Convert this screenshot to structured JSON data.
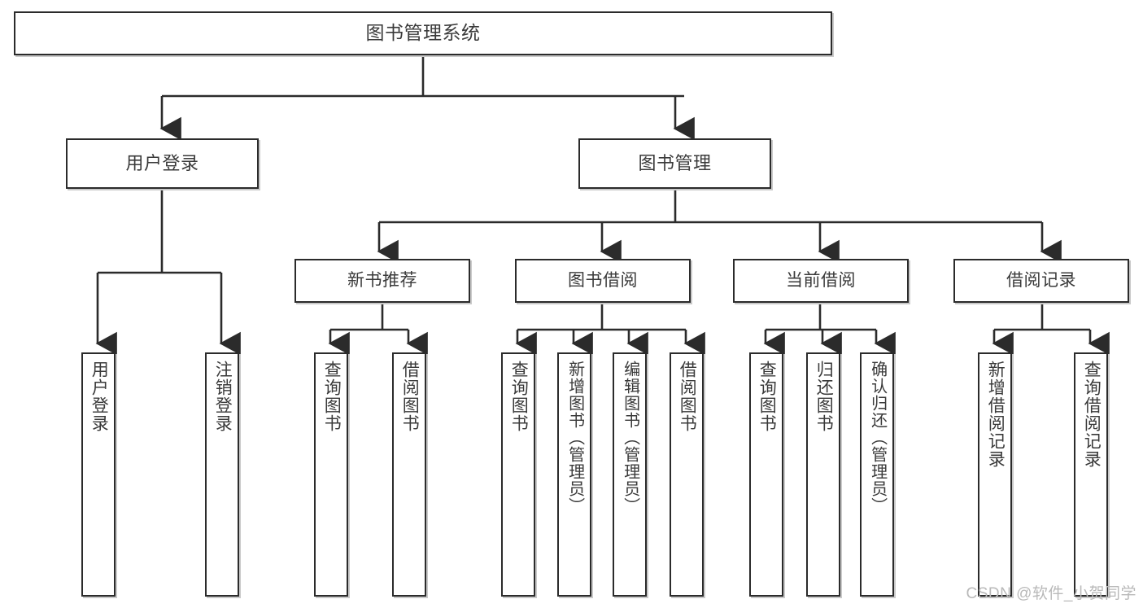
{
  "diagram": {
    "title": "图书管理系统",
    "type": "tree-hierarchy",
    "colors": {
      "background": "#ffffff",
      "box_border": "#2b2b2b",
      "box_fill": "#ffffff",
      "text": "#3a3a3a",
      "connector": "#2b2b2b",
      "shadow": "#c9c9c9",
      "watermark": "#b9b9b9"
    },
    "root": {
      "label": "图书管理系统"
    },
    "level2": [
      {
        "label": "用户登录"
      },
      {
        "label": "图书管理"
      }
    ],
    "level3": [
      {
        "label": "新书推荐"
      },
      {
        "label": "图书借阅"
      },
      {
        "label": "当前借阅"
      },
      {
        "label": "借阅记录"
      }
    ],
    "leaves": {
      "user_login": [
        {
          "label": "用户登录"
        },
        {
          "label": "注销登录"
        }
      ],
      "new_book": [
        {
          "label": "查询图书"
        },
        {
          "label": "借阅图书"
        }
      ],
      "book_borrow": [
        {
          "label": "查询图书"
        },
        {
          "label": "新增图书（管理员）"
        },
        {
          "label": "编辑图书（管理员）"
        },
        {
          "label": "借阅图书"
        }
      ],
      "current_borrow": [
        {
          "label": "查询图书"
        },
        {
          "label": "归还图书"
        },
        {
          "label": "确认归还（管理员）"
        }
      ],
      "borrow_record": [
        {
          "label": "新增借阅记录"
        },
        {
          "label": "查询借阅记录"
        }
      ]
    }
  },
  "watermark": {
    "text": "CSDN @软件_小贺同学"
  }
}
